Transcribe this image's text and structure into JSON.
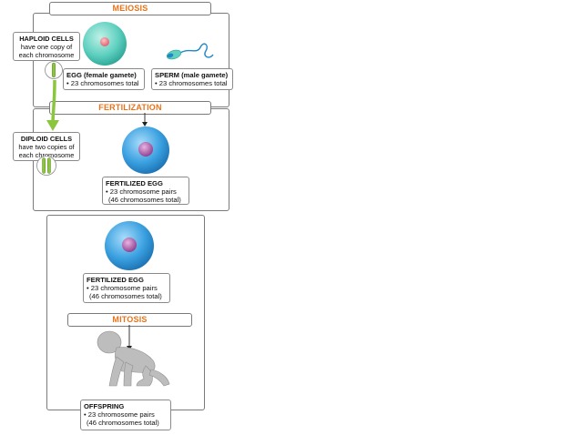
{
  "meiosis_label": "MEIOSIS",
  "fertilization_label": "FERTILIZATION",
  "mitosis_label": "MITOSIS",
  "haploid": {
    "title": "HAPLOID CELLS",
    "line1": "have one copy of",
    "line2": "each chromosome"
  },
  "diploid": {
    "title": "DIPLOID CELLS",
    "line1": "have two copies of",
    "line2": "each chromosome"
  },
  "egg": {
    "title": "EGG (female gamete)",
    "line1": "• 23 chromosomes total"
  },
  "sperm": {
    "title": "SPERM (male gamete)",
    "line1": "• 23 chromosomes total"
  },
  "fertilized_egg_top": {
    "title": "FERTILIZED EGG",
    "line1": "• 23 chromosome pairs",
    "line2": "(46 chromosomes total)"
  },
  "fertilized_egg_bottom": {
    "title": "FERTILIZED EGG",
    "line1": "• 23 chromosome pairs",
    "line2": "(46 chromosomes total)"
  },
  "offspring": {
    "title": "OFFSPRING",
    "line1": "• 23 chromosome pairs",
    "line2": "(46 chromosomes total)"
  },
  "colors": {
    "accent_orange": "#e8731a",
    "egg_teal": "#5fd0c0",
    "fertilized_blue": "#3aa0e0",
    "nucleus_purple": "#a04a9a",
    "chromosome_green": "#8cc63f",
    "offspring_gray": "#bdbdbd"
  },
  "icons": [
    "egg-cell-icon",
    "sperm-cell-icon",
    "fertilized-egg-icon",
    "chromosome-icon",
    "offspring-baby-icon"
  ]
}
